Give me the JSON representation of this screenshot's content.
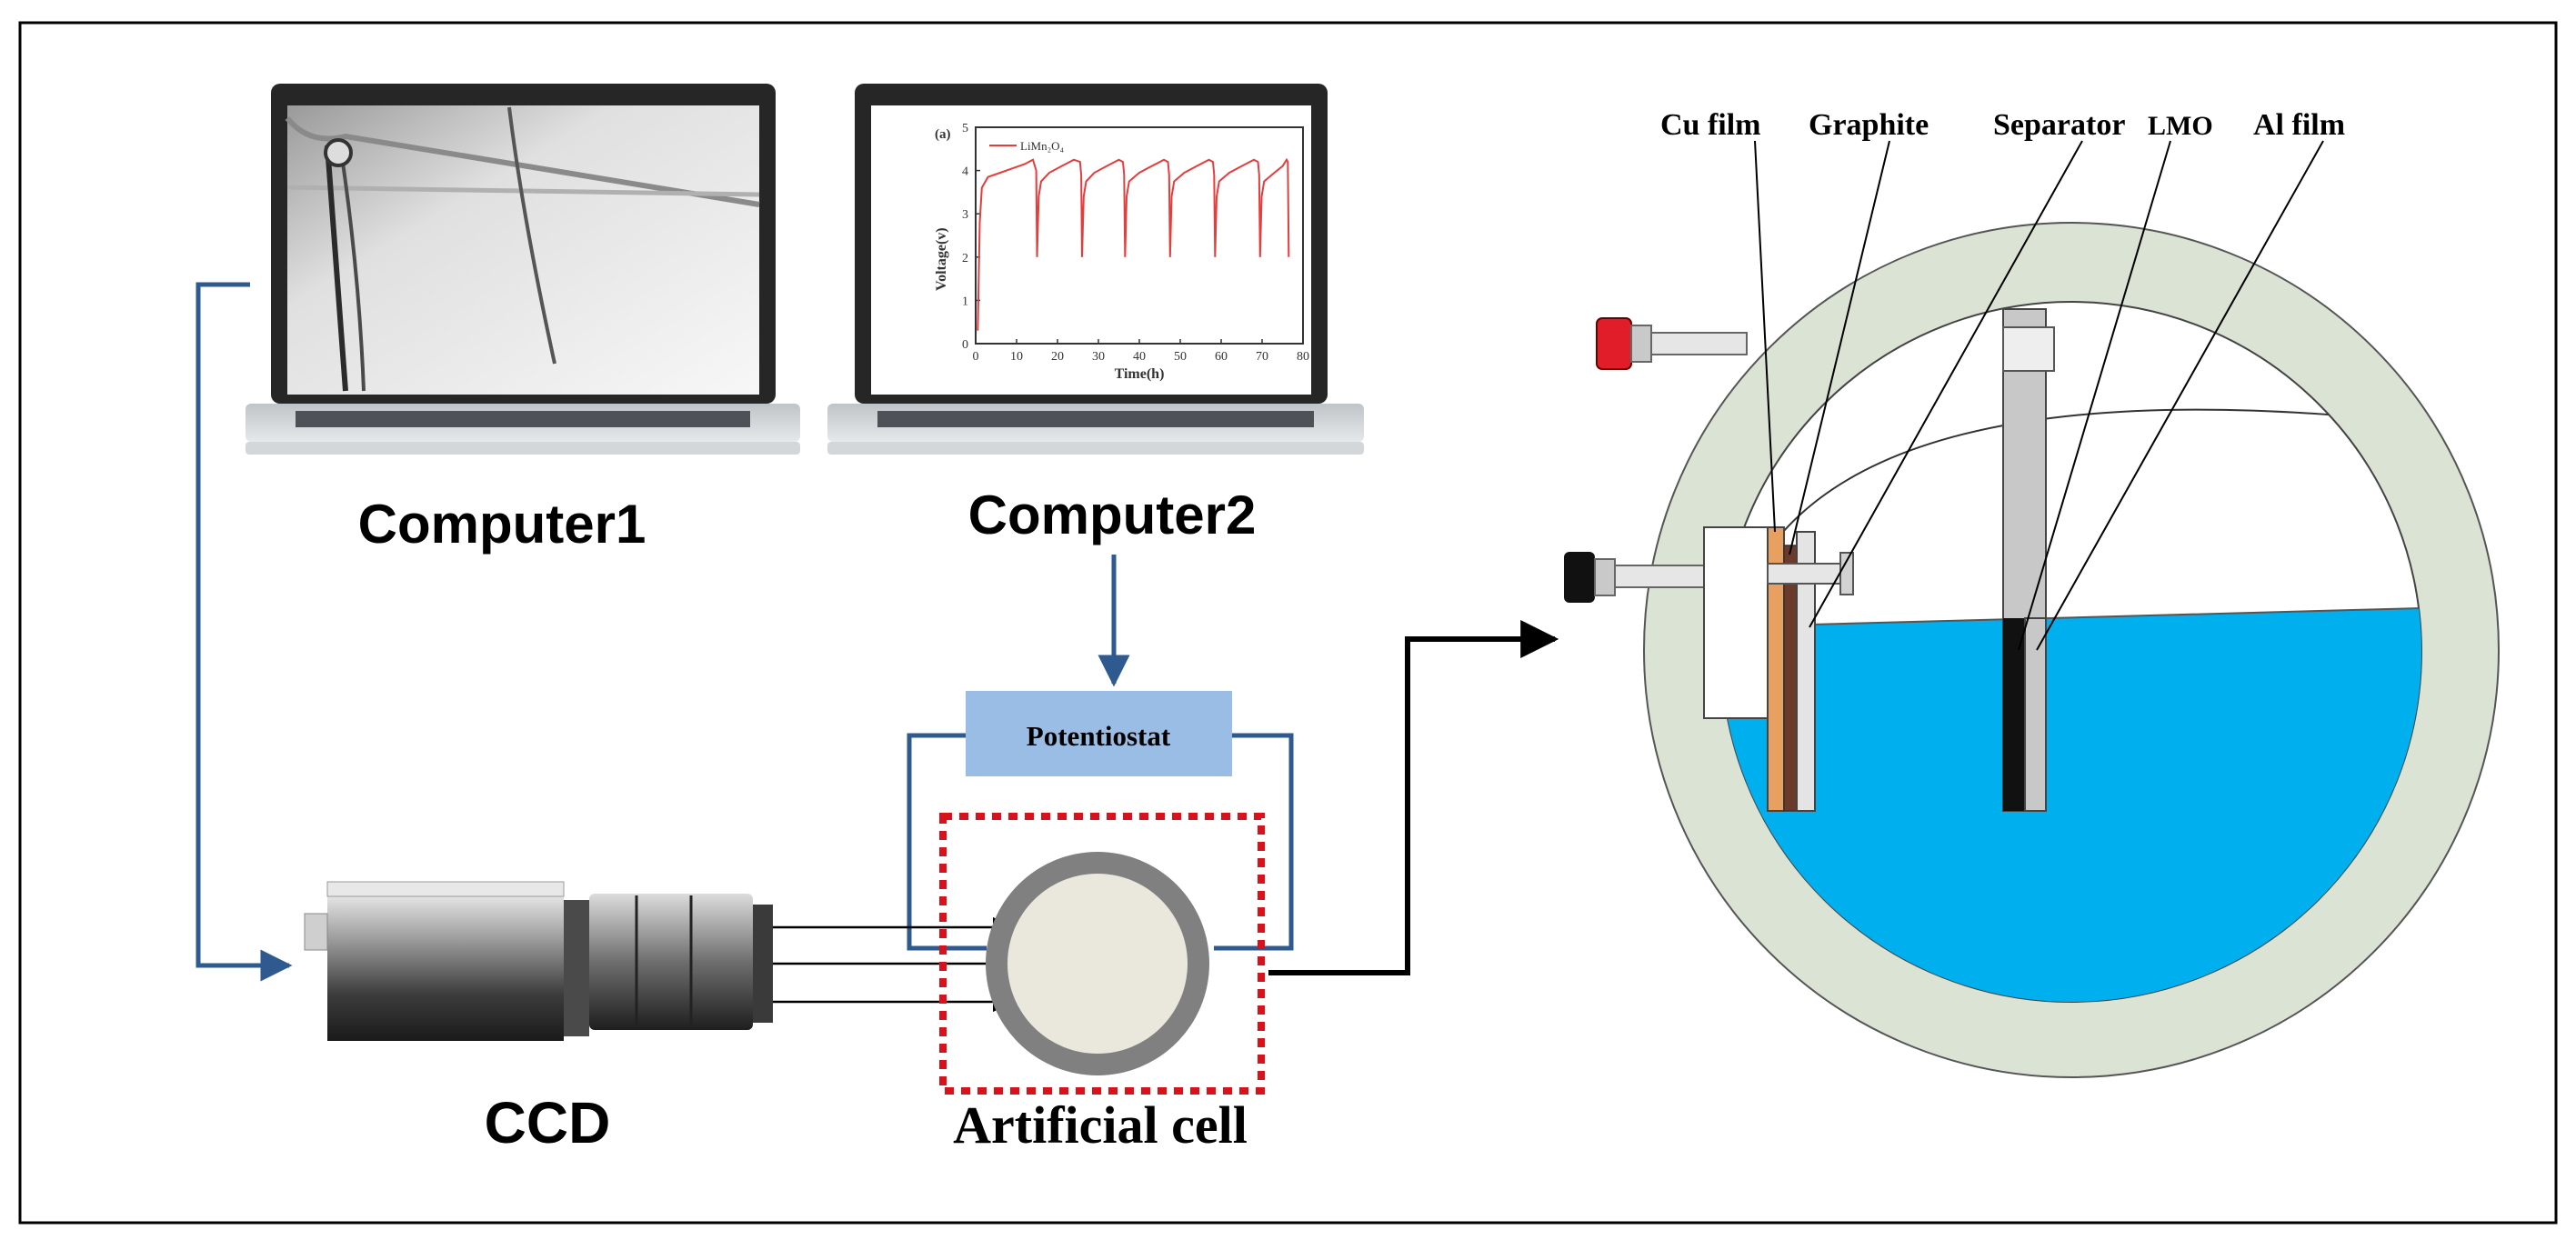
{
  "colors": {
    "blue_connector": "#2e5a8f",
    "electrolyte": "#00b0ee",
    "outer_ring": "#dbe3d4",
    "potentiostat_box": "#99bde4",
    "red_dotted": "#d9111b",
    "cell_ring": "#808080",
    "cell_fill": "#eae8dd",
    "cu_film": "#e8a060",
    "graphite": "#6b3a2a",
    "lmo": "#111111",
    "plot_line": "#e53c3c"
  },
  "labels": {
    "computer1": "Computer1",
    "computer2": "Computer2",
    "ccd": "CCD",
    "potentiostat": "Potentiostat",
    "artificial_cell": "Artificial cell",
    "cu_film": "Cu film",
    "graphite": "Graphite",
    "separator": "Separator",
    "lmo": "LMO",
    "al_film": "Al film"
  },
  "screen_plot": {
    "panel_label": "(a)",
    "legend": "LiMn₂O₄",
    "xlabel": "Time(h)",
    "ylabel": "Voltage(v)",
    "xticks": [
      "0",
      "10",
      "20",
      "30",
      "40",
      "50",
      "60",
      "70",
      "80"
    ],
    "yticks": [
      "0",
      "1",
      "2",
      "3",
      "4",
      "5"
    ]
  },
  "chart_data": {
    "type": "line",
    "xlabel": "Time(h)",
    "ylabel": "Voltage(v)",
    "xlim": [
      0,
      80
    ],
    "ylim": [
      0,
      5
    ],
    "series": [
      {
        "name": "LiMn₂O₄",
        "x": [
          0.5,
          1,
          1.5,
          3,
          6,
          9,
          12,
          14,
          14.8,
          15,
          15.4,
          16,
          18,
          21,
          24,
          25.5,
          25.8,
          26,
          26.4,
          27,
          29,
          32,
          35,
          36,
          36.3,
          36.5,
          36.9,
          37.5,
          40,
          43,
          46,
          47,
          47.3,
          47.5,
          47.9,
          48.5,
          51,
          54,
          57,
          58,
          58.3,
          58.5,
          58.9,
          59.5,
          62,
          65,
          68,
          69,
          69.3,
          69.5,
          69.9,
          70.5,
          73,
          75,
          76,
          76.3,
          76.5
        ],
        "y": [
          0.3,
          2.8,
          3.6,
          3.85,
          3.95,
          4.05,
          4.15,
          4.25,
          4.0,
          2.0,
          3.4,
          3.75,
          3.95,
          4.1,
          4.25,
          4.2,
          3.9,
          2.0,
          3.4,
          3.75,
          3.95,
          4.1,
          4.25,
          4.2,
          3.9,
          2.0,
          3.4,
          3.75,
          3.95,
          4.1,
          4.25,
          4.2,
          3.9,
          2.0,
          3.4,
          3.75,
          3.95,
          4.1,
          4.25,
          4.2,
          3.9,
          2.0,
          3.4,
          3.75,
          3.95,
          4.1,
          4.25,
          4.2,
          3.9,
          2.0,
          3.4,
          3.75,
          3.95,
          4.1,
          4.25,
          4.2,
          2.0
        ]
      }
    ]
  }
}
